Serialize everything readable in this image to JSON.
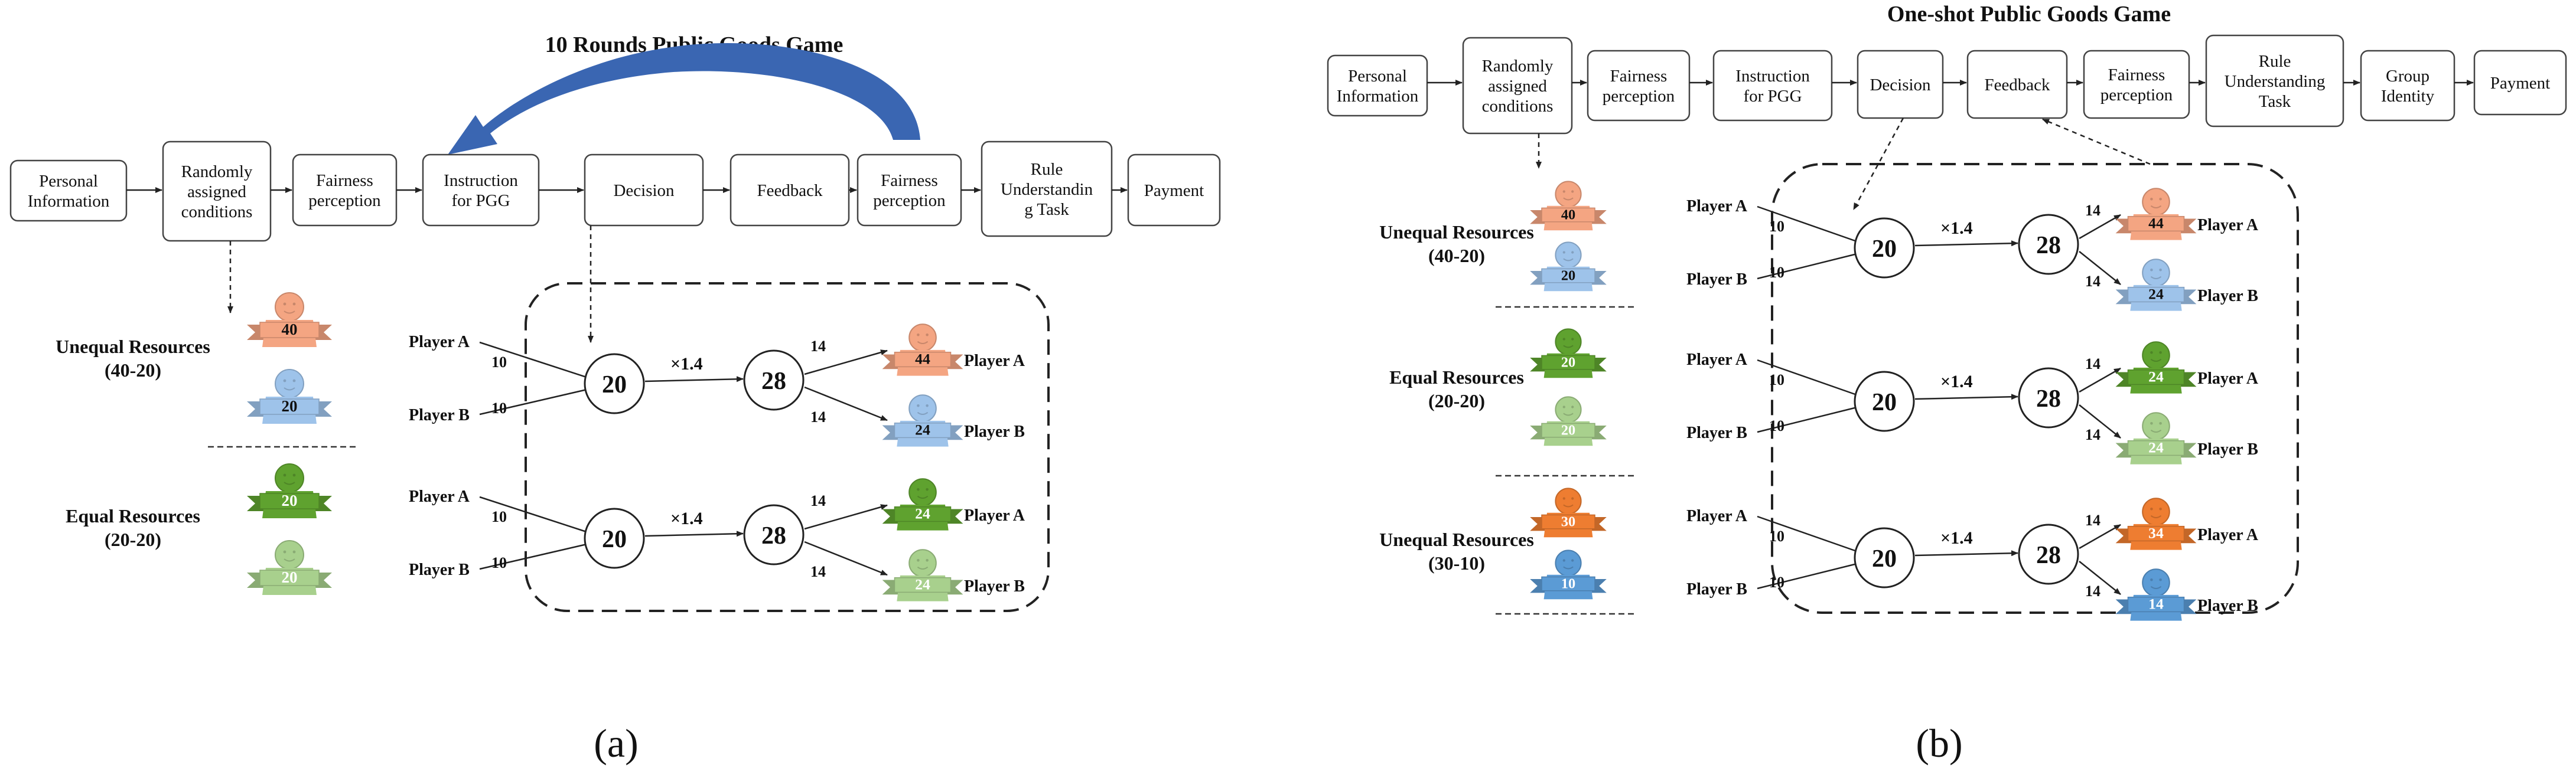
{
  "colors": {
    "orange_light": "#f4a582",
    "blue_light": "#9ec3ea",
    "green_dark": "#5fa22f",
    "green_light": "#a8d08d",
    "orange_dark": "#ee7d31",
    "blue_dark": "#5b9bd5",
    "arc_blue": "#3a66b2"
  },
  "panel_a": {
    "title": "10 Rounds Public Goods Game",
    "label": "(a)",
    "steps": [
      "Personal\nInformation",
      "Randomly\nassigned\nconditions",
      "Fairness\nperception",
      "Instruction\nfor PGG",
      "Decision",
      "Feedback",
      "Fairness\nperception",
      "Rule\nUnderstandin\ng Task",
      "Payment"
    ],
    "groups": [
      {
        "label": "Unequal Resources\n(40-20)",
        "avatars": [
          {
            "value": "40",
            "color": "orange_light"
          },
          {
            "value": "20",
            "color": "blue_light"
          }
        ]
      },
      {
        "label": "Equal Resources\n(20-20)",
        "avatars": [
          {
            "value": "20",
            "color": "green_dark"
          },
          {
            "value": "20",
            "color": "green_light"
          }
        ]
      }
    ],
    "games": [
      {
        "player_a": "Player A",
        "player_b": "Player B",
        "contrib_a": "10",
        "contrib_b": "10",
        "pool": "20",
        "multiplier": "×1.4",
        "total": "28",
        "share_a": "14",
        "share_b": "14",
        "results": [
          {
            "value": "44",
            "color": "orange_light",
            "label": "Player A"
          },
          {
            "value": "24",
            "color": "blue_light",
            "label": "Player B"
          }
        ]
      },
      {
        "player_a": "Player A",
        "player_b": "Player B",
        "contrib_a": "10",
        "contrib_b": "10",
        "pool": "20",
        "multiplier": "×1.4",
        "total": "28",
        "share_a": "14",
        "share_b": "14",
        "results": [
          {
            "value": "24",
            "color": "green_dark",
            "label": "Player A"
          },
          {
            "value": "24",
            "color": "green_light",
            "label": "Player B"
          }
        ]
      }
    ]
  },
  "panel_b": {
    "title": "One-shot Public Goods Game",
    "label": "(b)",
    "steps": [
      "Personal\nInformation",
      "Randomly\nassigned\nconditions",
      "Fairness\nperception",
      "Instruction\nfor PGG",
      "Decision",
      "Feedback",
      "Fairness\nperception",
      "Rule\nUnderstanding\nTask",
      "Group\nIdentity",
      "Payment"
    ],
    "groups": [
      {
        "label": "Unequal Resources\n(40-20)",
        "avatars": [
          {
            "value": "40",
            "color": "orange_light"
          },
          {
            "value": "20",
            "color": "blue_light"
          }
        ]
      },
      {
        "label": "Equal Resources\n(20-20)",
        "avatars": [
          {
            "value": "20",
            "color": "green_dark"
          },
          {
            "value": "20",
            "color": "green_light"
          }
        ]
      },
      {
        "label": "Unequal Resources\n(30-10)",
        "avatars": [
          {
            "value": "30",
            "color": "orange_dark"
          },
          {
            "value": "10",
            "color": "blue_dark"
          }
        ]
      }
    ],
    "games": [
      {
        "player_a": "Player A",
        "player_b": "Player B",
        "contrib_a": "10",
        "contrib_b": "10",
        "pool": "20",
        "multiplier": "×1.4",
        "total": "28",
        "share_a": "14",
        "share_b": "14",
        "results": [
          {
            "value": "44",
            "color": "orange_light",
            "label": "Player A"
          },
          {
            "value": "24",
            "color": "blue_light",
            "label": "Player B"
          }
        ]
      },
      {
        "player_a": "Player A",
        "player_b": "Player B",
        "contrib_a": "10",
        "contrib_b": "10",
        "pool": "20",
        "multiplier": "×1.4",
        "total": "28",
        "share_a": "14",
        "share_b": "14",
        "results": [
          {
            "value": "24",
            "color": "green_dark",
            "label": "Player A"
          },
          {
            "value": "24",
            "color": "green_light",
            "label": "Player B"
          }
        ]
      },
      {
        "player_a": "Player A",
        "player_b": "Player B",
        "contrib_a": "10",
        "contrib_b": "10",
        "pool": "20",
        "multiplier": "×1.4",
        "total": "28",
        "share_a": "14",
        "share_b": "14",
        "results": [
          {
            "value": "34",
            "color": "orange_dark",
            "label": "Player A"
          },
          {
            "value": "14",
            "color": "blue_dark",
            "label": "Player B"
          }
        ]
      }
    ]
  }
}
